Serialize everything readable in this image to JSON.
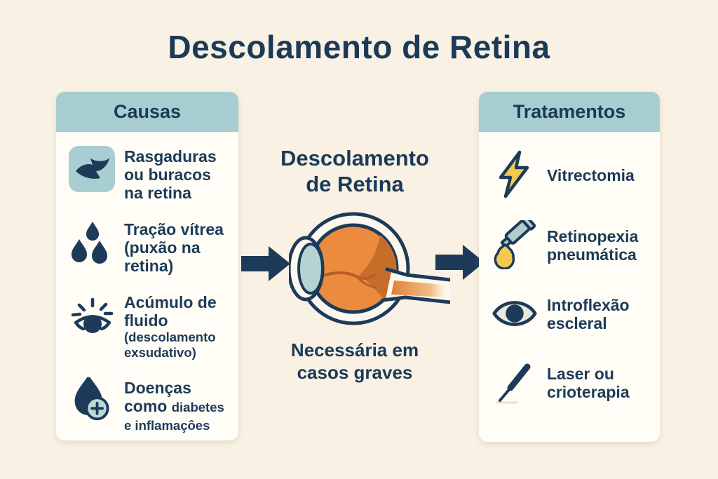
{
  "page": {
    "title": "Descolamento de Retina"
  },
  "colors": {
    "background": "#f8f1e4",
    "panel_background": "#fffdf6",
    "teal_header": "#a8cdd0",
    "navy_text": "#1b3a57",
    "eye_orange": "#ec8a3e",
    "detached_wedge_orange": "#c76d2a",
    "lens_blue": "#b5d3d1",
    "accent_yellow": "#f4c94f"
  },
  "causes_panel": {
    "header": "Causas",
    "items": [
      {
        "icon": "retinal-tear-icon",
        "text": "Rasgaduras ou buracos na retina",
        "subtext": ""
      },
      {
        "icon": "vitreous-droplets-icon",
        "text": "Tração vítrea (puxão na retina)",
        "subtext": ""
      },
      {
        "icon": "eye-fluid-icon",
        "text": "Acúmulo de fluido",
        "subtext": "(descolamento exsudativo)"
      },
      {
        "icon": "droplet-plus-icon",
        "text": "Doenças como",
        "subtext": "diabetes e inflamaçôes"
      }
    ]
  },
  "center": {
    "heading": "Descolamento\nde Retina",
    "illustration": "eye-cross-section-with-detached-retina",
    "caption": "Necessária em\ncasos graves"
  },
  "treatments_panel": {
    "header": "Tratamentos",
    "items": [
      {
        "icon": "lightning-icon",
        "text": "Vitrectomia"
      },
      {
        "icon": "pneumatic-syringe-icon",
        "text": "Retinopexia pneumática"
      },
      {
        "icon": "scleral-eye-icon",
        "text": "Introflexão escleral"
      },
      {
        "icon": "laser-probe-icon",
        "text": "Laser ou crioterapia"
      }
    ]
  }
}
